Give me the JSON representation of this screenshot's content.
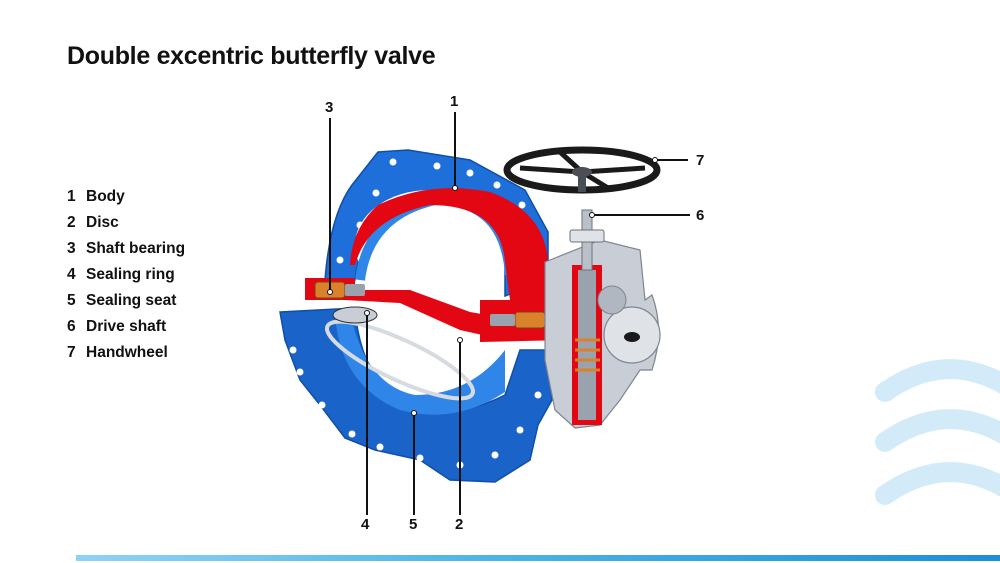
{
  "title": "Double excentric butterfly valve",
  "legend": [
    {
      "number": "1",
      "label": "Body"
    },
    {
      "number": "2",
      "label": "Disc"
    },
    {
      "number": "3",
      "label": "Shaft bearing"
    },
    {
      "number": "4",
      "label": "Sealing ring"
    },
    {
      "number": "5",
      "label": "Sealing seat"
    },
    {
      "number": "6",
      "label": "Drive shaft"
    },
    {
      "number": "7",
      "label": "Handwheel"
    }
  ],
  "callouts": {
    "body": "1",
    "disc": "2",
    "shaft_bearing": "3",
    "sealing_ring": "4",
    "sealing_seat": "5",
    "drive_shaft": "6",
    "handwheel": "7"
  },
  "colors": {
    "body_blue": "#1e6fd9",
    "section_red": "#e30613",
    "bearing_orange": "#d9822b",
    "gearbox_grey": "#c9ced6",
    "handwheel_black": "#1a1a1a",
    "accent_light_blue": "#4cb4e8"
  }
}
